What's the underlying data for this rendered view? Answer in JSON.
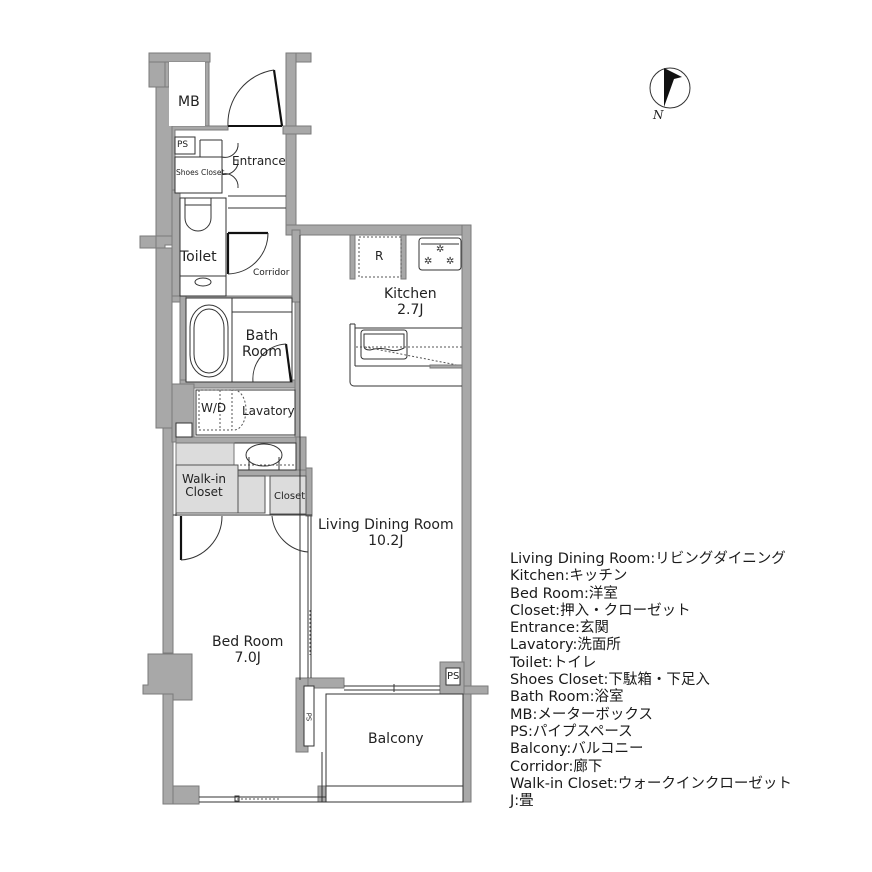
{
  "floorplan": {
    "rooms": {
      "mb": {
        "label": "MB"
      },
      "ps_top": {
        "label": "PS"
      },
      "entrance": {
        "label": "Entrance"
      },
      "shoes_closet": {
        "label": "Shoes Closet"
      },
      "toilet": {
        "label": "Toilet"
      },
      "corridor": {
        "label": "Corridor"
      },
      "bath_room": {
        "label": "Bath\nRoom",
        "line1": "Bath",
        "line2": "Room"
      },
      "wd": {
        "label": "W/D"
      },
      "lavatory": {
        "label": "Lavatory"
      },
      "walk_in_closet": {
        "line1": "Walk-in",
        "line2": "Closet"
      },
      "closet": {
        "label": "Closet"
      },
      "kitchen": {
        "label": "Kitchen",
        "size": "2.7J"
      },
      "refrigerator": {
        "label": "R"
      },
      "living_dining_room": {
        "label": "Living Dining Room",
        "size": "10.2J"
      },
      "bed_room": {
        "label": "Bed Room",
        "size": "7.0J"
      },
      "ps_balcony": {
        "label": "PS"
      },
      "ps_vertical": {
        "label": "PS"
      },
      "balcony": {
        "label": "Balcony"
      }
    },
    "compass": {
      "label": "N"
    },
    "colors": {
      "wall": "#a8a8a8",
      "closet": "#dcdcdc",
      "line": "#333333"
    }
  },
  "legend": {
    "items": [
      "Living Dining Room:リビングダイニング",
      "Kitchen:キッチン",
      "Bed Room:洋室",
      "Closet:押入・クローゼット",
      "Entrance:玄関",
      "Lavatory:洗面所",
      "Toilet:トイレ",
      "Shoes Closet:下駄箱・下足入",
      "Bath Room:浴室",
      "MB:メーターボックス",
      "PS:パイプスペース",
      "Balcony:バルコニー",
      "Corridor:廊下",
      "Walk-in Closet:ウォークインクローゼット",
      "J:畳"
    ]
  }
}
